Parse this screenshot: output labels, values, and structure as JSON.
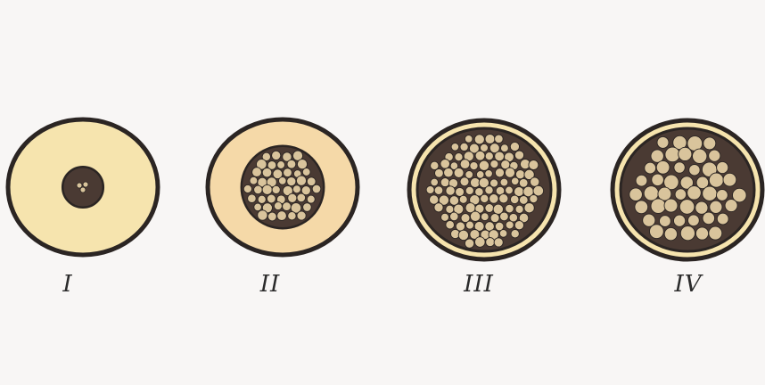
{
  "diagram": {
    "panels": [
      {
        "label": "I",
        "bundle_fill_fraction": 0.09,
        "border": "single"
      },
      {
        "label": "II",
        "bundle_fill_fraction": 0.37,
        "border": "single"
      },
      {
        "label": "III",
        "bundle_fill_fraction": 0.93,
        "border": "double"
      },
      {
        "label": "IV",
        "bundle_fill_fraction": 0.91,
        "border": "double"
      }
    ],
    "colors": {
      "cell_fill": "#f6e4ae",
      "cell_fill_warm": "#f5d9a8",
      "outline": "#2b2523",
      "bundle_background": "#4a3a33",
      "fiber_fill": "#d9c49c",
      "background": "#f8f6f5"
    }
  }
}
